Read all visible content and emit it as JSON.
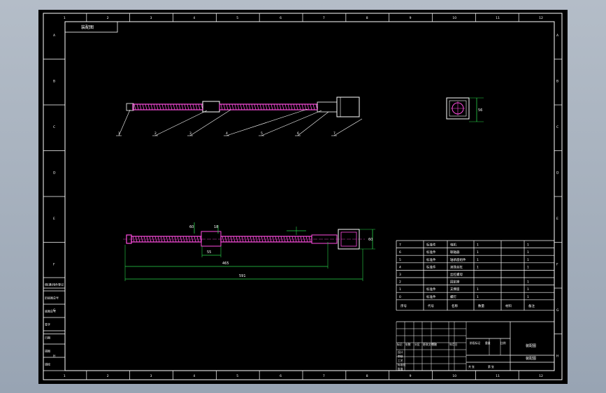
{
  "title_tag": "装配图",
  "border_numbers_top": [
    "1",
    "2",
    "3",
    "4",
    "5",
    "6",
    "7",
    "8",
    "9",
    "10",
    "11",
    "12"
  ],
  "border_letters_side": [
    "A",
    "B",
    "C",
    "D",
    "E",
    "F",
    "G",
    "H"
  ],
  "dimensions": {
    "dim_overall": "591",
    "dim_length": "465",
    "dim_nut": "55",
    "dim_motor": "60",
    "dim_end": "60",
    "dim_small": "18",
    "dim_view": "56"
  },
  "balloons": [
    "1",
    "2",
    "3",
    "4",
    "5",
    "6",
    "7"
  ],
  "bom_rows": [
    {
      "no": "7",
      "code": "标准件",
      "name": "电机",
      "qty": "1",
      "mat": "",
      "note": "1"
    },
    {
      "no": "6",
      "code": "标准件",
      "name": "联轴器",
      "qty": "1",
      "mat": "",
      "note": "1"
    },
    {
      "no": "5",
      "code": "标准件",
      "name": "轴承座组件",
      "qty": "1",
      "mat": "",
      "note": "1"
    },
    {
      "no": "4",
      "code": "标准件",
      "name": "滚珠丝杠",
      "qty": "1",
      "mat": "",
      "note": "1"
    },
    {
      "no": "3",
      "code": "",
      "name": "丝杠螺母",
      "qty": "",
      "mat": "",
      "note": ""
    },
    {
      "no": "2",
      "code": "",
      "name": "固定座",
      "qty": "",
      "mat": "",
      "note": "1"
    },
    {
      "no": "1",
      "code": "标准件",
      "name": "支撑座",
      "qty": "1",
      "mat": "",
      "note": "1"
    },
    {
      "no": "0",
      "code": "标准件",
      "name": "螺钉",
      "qty": "1",
      "mat": "",
      "note": "1"
    }
  ],
  "bom_header": [
    "序号",
    "代号",
    "名称",
    "数量",
    "材料",
    "备注"
  ],
  "title_block_labels": [
    "标记",
    "处数",
    "分区",
    "更改文件号",
    "签名",
    "年月日"
  ],
  "title_block_design": [
    "设计",
    "审核",
    "工艺",
    "标准化",
    "批准"
  ],
  "title_block_stage": [
    "阶段标记",
    "重量",
    "比例"
  ],
  "title_block_sheet": [
    "共 张",
    "第 张"
  ],
  "title_block_name": "装配图",
  "left_strip_labels": [
    "借(通)用件登记",
    "旧底图总号",
    "底图总号",
    "签字",
    "日期",
    "描图",
    "描校"
  ],
  "colors": {
    "sheet": "#000000",
    "border": "#ffffff",
    "screw": "#ff4de0",
    "dimension": "#29d44a",
    "part": "#ffffff"
  }
}
